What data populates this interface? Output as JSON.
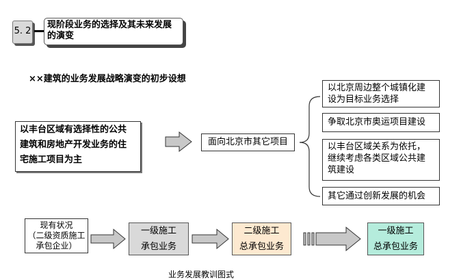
{
  "header": {
    "section_number": "5. 2",
    "title_line1": "现阶段业务的选择及其未来发展",
    "title_line2": "的演变"
  },
  "subtitle": "××建筑的业务发展战略演变的初步设想",
  "left_box": {
    "line1": "以丰台区域有选择性的公共",
    "line2": "建筑和房地产开发业务的住",
    "line3": "宅施工项目为主"
  },
  "middle_box": "面向北京市其它项目",
  "right_boxes": {
    "item1": {
      "line1": "以北京周边整个城镇化建",
      "line2": "设为目标业务选择"
    },
    "item2": {
      "line1": "争取北京市奥运项目建设"
    },
    "item3": {
      "line1": "以丰台区域关系为依托，",
      "line2": "继续考虑各类区域公共建",
      "line3": "筑建设"
    },
    "item4": {
      "line1": "其它通过创新发展的机会"
    }
  },
  "bottom_flow": {
    "current": {
      "line1": "现有状况",
      "line2": "（二级资质施工",
      "line3": "承包企业）"
    },
    "stage1": {
      "line1": "一级施工",
      "line2": "承包业务"
    },
    "stage2": {
      "line1": "二级施工",
      "line2": "总承包业务"
    },
    "stage3": {
      "line1": "一级施工",
      "line2": "总承包业务"
    }
  },
  "footer_caption": "业务发展教训图式",
  "colors": {
    "stage1_fill": "#d9d9d9",
    "stage2_fill": "#fde9d0",
    "stage3_fill": "#b5ecdc",
    "arrow_fill": "#c8c8c8"
  }
}
